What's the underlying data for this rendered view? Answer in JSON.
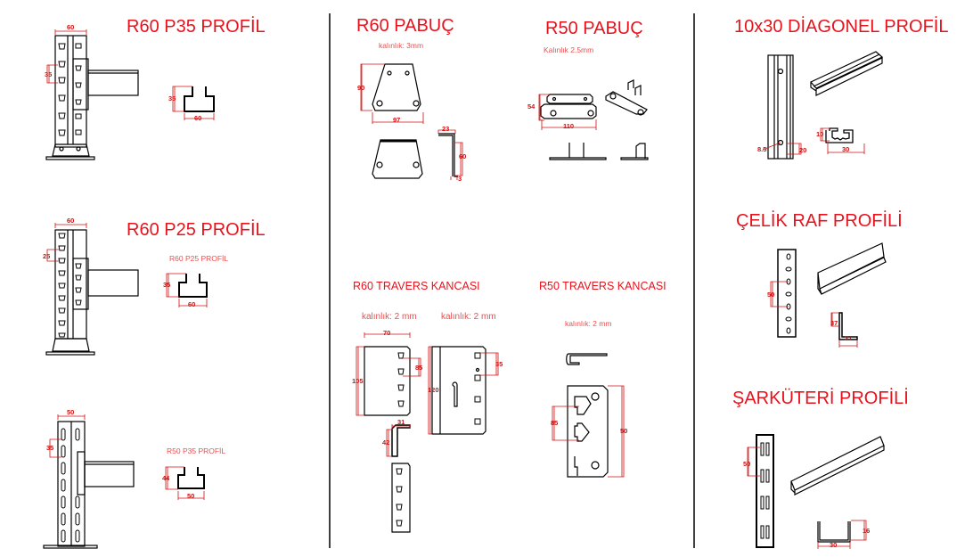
{
  "titles": {
    "r60_p35": "R60 P35 PROFİL",
    "r60_p25": "R60 P25 PROFİL",
    "r60_pabuc": "R60 PABUÇ",
    "r50_pabuc": "R50 PABUÇ",
    "r60_travers": "R60 TRAVERS KANCASI",
    "r50_travers": "R50 TRAVERS KANCASI",
    "diagonel": "10x30 DİAGONEL PROFİL",
    "celik_raf": "ÇELİK RAF PROFİLİ",
    "sarkuteri": "ŞARKÜTERİ PROFİLİ"
  },
  "notes": {
    "r60_p25_small": "R60 P25 PROFİL",
    "r50_p35_small": "R50 P35 PROFİL",
    "r60_pabuc_thickness": "kalınlık:  3mm",
    "r50_pabuc_thickness": "Kalınlık 2.5mm",
    "r60_travers_thickness_1": "kalınlık: 2 mm",
    "r60_travers_thickness_2": "kalınlık: 2 mm",
    "r50_travers_thickness": "kalınlık: 2 mm"
  },
  "dimensions": {
    "r60p35": {
      "width": "60",
      "pitch": "35",
      "sec_height": "35",
      "sec_width": "60"
    },
    "r60p25": {
      "width": "60",
      "pitch": "25",
      "sec_height": "35",
      "sec_width": "60"
    },
    "r50p35": {
      "width": "50",
      "pitch": "35",
      "sec_height": "44",
      "sec_width": "50"
    },
    "r60pabuc": {
      "height": "90",
      "width": "97",
      "flange": "23",
      "leg": "60",
      "thick": "3"
    },
    "r50pabuc": {
      "height": "54",
      "width": "110"
    },
    "r60travers": {
      "width": "70",
      "height": "105",
      "pitch": "85",
      "height2": "120",
      "pitch2": "35",
      "l_width": "31",
      "l_height": "42"
    },
    "r50travers": {
      "pitch": "85",
      "height": "50"
    },
    "diagonel": {
      "hole": "8.5",
      "pitch": "20",
      "sec_height": "10",
      "sec_width": "30"
    },
    "celik": {
      "pitch": "50",
      "leg1": "37",
      "leg2": "37"
    },
    "sarkuteri": {
      "pitch": "50",
      "width": "30",
      "height": "16"
    }
  }
}
